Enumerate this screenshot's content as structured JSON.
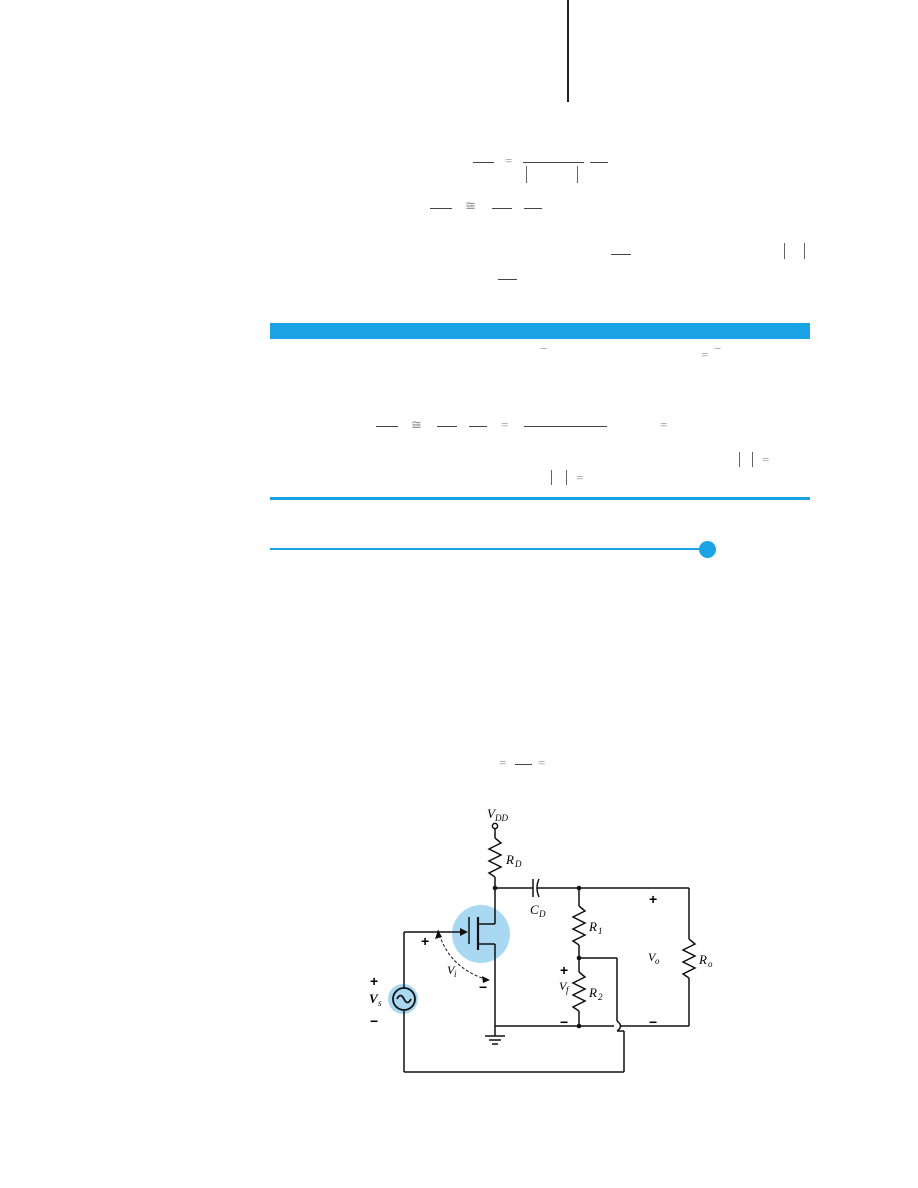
{
  "colors": {
    "accent": "#1aa3e4",
    "highlight": "#a8d8f2",
    "ink": "#111111"
  },
  "symbols": {
    "equals": "=",
    "approx": "≅",
    "minus": "−"
  },
  "figure": {
    "labels": {
      "vdd": "V",
      "vdd_sub": "DD",
      "rd": "R",
      "rd_sub": "D",
      "cd": "C",
      "cd_sub": "D",
      "r1": "R",
      "r1_sub": "1",
      "r2": "R",
      "r2_sub": "2",
      "ro": "R",
      "ro_sub": "o",
      "vo": "V",
      "vo_sub": "o",
      "vf": "V",
      "vf_sub": "f",
      "vi": "V",
      "vi_sub": "i",
      "vs": "V",
      "vs_sub": "s",
      "plus": "+",
      "minus": "−"
    }
  }
}
